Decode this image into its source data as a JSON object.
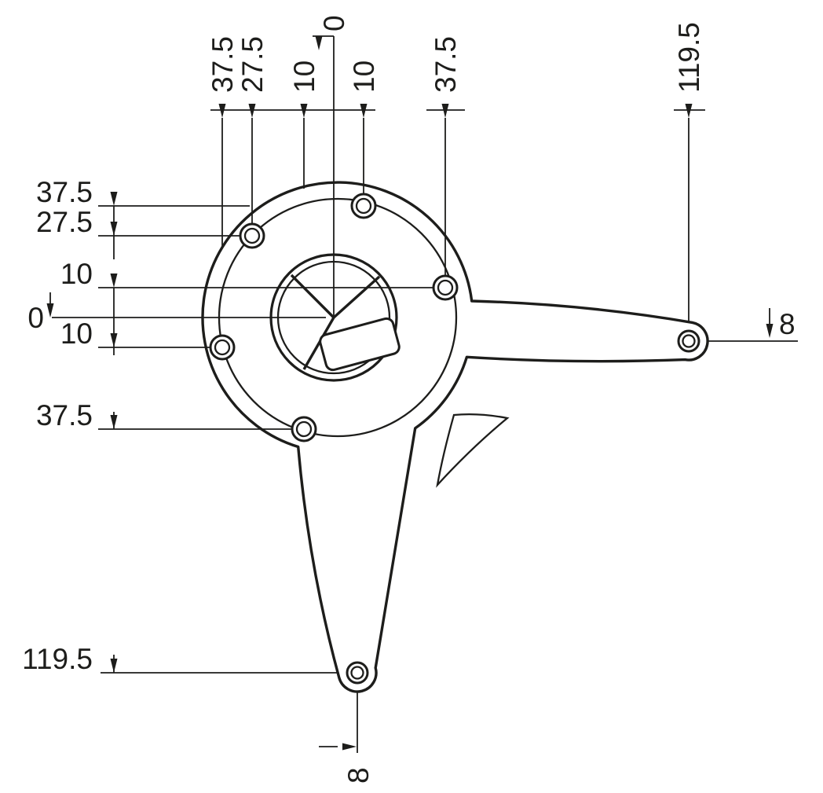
{
  "drawing": {
    "kind": "technical-dimension-drawing",
    "view": "top view of swivel foot / mounting plate with two arms"
  },
  "colors": {
    "line": "#1d1d1b",
    "background": "#ffffff"
  },
  "dimensions": {
    "top": [
      {
        "id": "top-37-5-left",
        "value": "37.5"
      },
      {
        "id": "top-27-5",
        "value": "27.5"
      },
      {
        "id": "top-10-left",
        "value": "10"
      },
      {
        "id": "top-0",
        "value": "0"
      },
      {
        "id": "top-10-right",
        "value": "10"
      },
      {
        "id": "top-37-5-right",
        "value": "37.5"
      },
      {
        "id": "top-119-5",
        "value": "119.5"
      }
    ],
    "left": [
      {
        "id": "left-37-5-upper",
        "value": "37.5"
      },
      {
        "id": "left-27-5",
        "value": "27.5"
      },
      {
        "id": "left-10-upper",
        "value": "10"
      },
      {
        "id": "left-0",
        "value": "0"
      },
      {
        "id": "left-10-lower",
        "value": "10"
      },
      {
        "id": "left-37-5-lower",
        "value": "37.5"
      },
      {
        "id": "left-119-5",
        "value": "119.5"
      }
    ],
    "right": [
      {
        "id": "right-8",
        "value": "8"
      }
    ],
    "bottom": [
      {
        "id": "bottom-8",
        "value": "8"
      }
    ]
  }
}
